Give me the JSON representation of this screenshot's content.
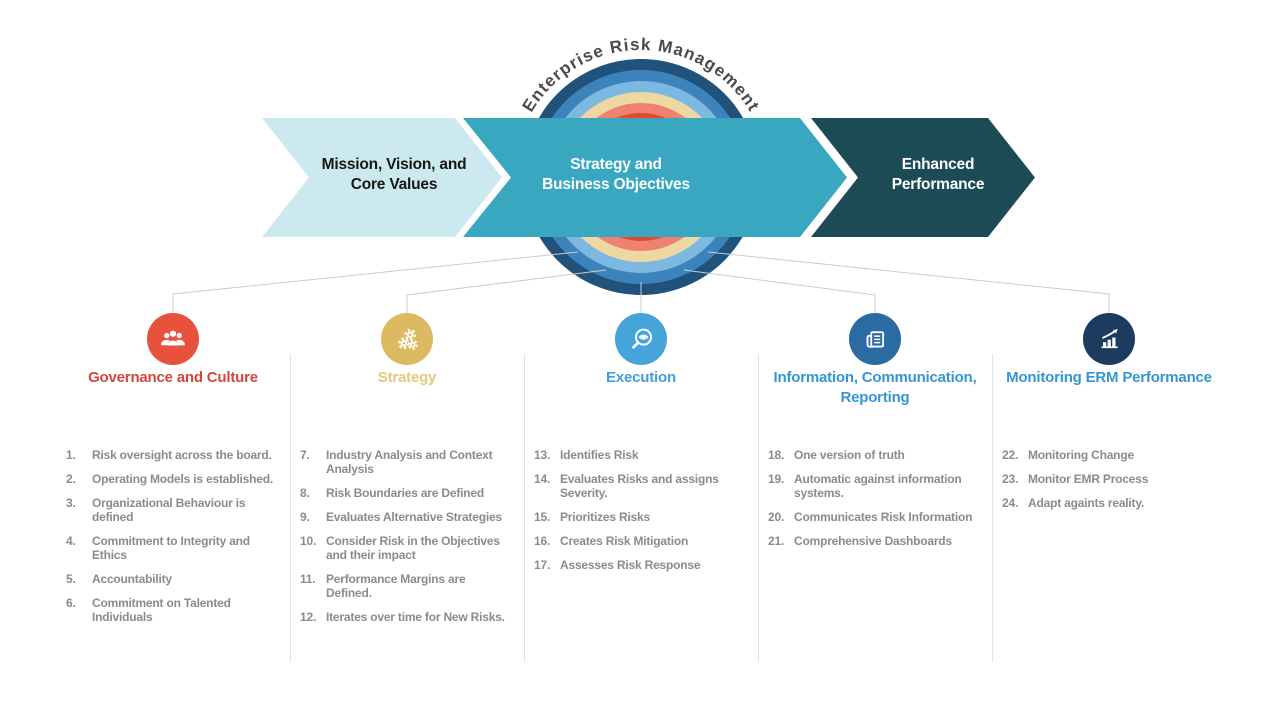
{
  "diagram": {
    "curved_title": "Enterprise Risk Management",
    "title_color": "#4b4b4b",
    "ring_colors": [
      "#21527c",
      "#3d83bb",
      "#7db8e0",
      "#edd8a1",
      "#ee8170",
      "#e2492e",
      "#ffffff"
    ],
    "connector_color": "#c9cdd1",
    "chevrons": [
      {
        "lines": [
          "Mission, Vision, and",
          "Core Values"
        ],
        "fill": "#cde9f0"
      },
      {
        "lines": [
          "Strategy and",
          "Business Objectives"
        ],
        "fill": "#38a7bf"
      },
      {
        "lines": [
          "Enhanced",
          "Performance"
        ],
        "fill": "#1c4b55"
      }
    ]
  },
  "columns": [
    {
      "title_lines": [
        "Governance and Culture"
      ],
      "accent": "#d5463a",
      "icon_bg": "#e8513c",
      "icon": "people-icon",
      "items": [
        {
          "num": "1.",
          "text": "Risk oversight across the board."
        },
        {
          "num": "2.",
          "text": "Operating Models is established."
        },
        {
          "num": "3.",
          "text": "Organizational Behaviour is defined"
        },
        {
          "num": "4.",
          "text": "Commitment to Integrity and Ethics"
        },
        {
          "num": "5.",
          "text": "Accountability"
        },
        {
          "num": "6.",
          "text": "Commitment on Talented Individuals"
        }
      ]
    },
    {
      "title_lines": [
        "Strategy"
      ],
      "accent": "#e5c87e",
      "icon_bg": "#dcba62",
      "icon": "gears-icon",
      "items": [
        {
          "num": "7.",
          "text": "Industry Analysis and Context Analysis"
        },
        {
          "num": "8.",
          "text": "Risk Boundaries are Defined"
        },
        {
          "num": "9.",
          "text": "Evaluates Alternative Strategies"
        },
        {
          "num": "10.",
          "text": "Consider Risk in the Objectives and their impact"
        },
        {
          "num": "11.",
          "text": "Performance Margins are Defined."
        },
        {
          "num": "12.",
          "text": "Iterates over time for New Risks."
        }
      ]
    },
    {
      "title_lines": [
        "Execution"
      ],
      "accent": "#41a0d9",
      "icon_bg": "#45a5da",
      "icon": "magnifier-eye-icon",
      "items": [
        {
          "num": "13.",
          "text": "Identifies Risk"
        },
        {
          "num": "14.",
          "text": "Evaluates Risks and assigns Severity."
        },
        {
          "num": "15.",
          "text": "Prioritizes Risks"
        },
        {
          "num": "16.",
          "text": "Creates Risk Mitigation"
        },
        {
          "num": "17.",
          "text": "Assesses Risk Response"
        }
      ]
    },
    {
      "title_lines": [
        "Information, Communication,",
        "Reporting"
      ],
      "accent": "#3596d2",
      "icon_bg": "#2b6ba3",
      "icon": "newspaper-icon",
      "items": [
        {
          "num": "18.",
          "text": "One version of truth"
        },
        {
          "num": "19.",
          "text": "Automatic against information systems."
        },
        {
          "num": "20.",
          "text": "Communicates Risk Information"
        },
        {
          "num": "21.",
          "text": "Comprehensive Dashboards"
        }
      ]
    },
    {
      "title_lines": [
        "Monitoring ERM Performance"
      ],
      "accent": "#3596d2",
      "icon_bg": "#1c3b5e",
      "icon": "chart-growth-icon",
      "items": [
        {
          "num": "22.",
          "text": "Monitoring Change"
        },
        {
          "num": "23.",
          "text": "Monitor EMR Process"
        },
        {
          "num": "24.",
          "text": "Adapt againts reality."
        }
      ]
    }
  ]
}
